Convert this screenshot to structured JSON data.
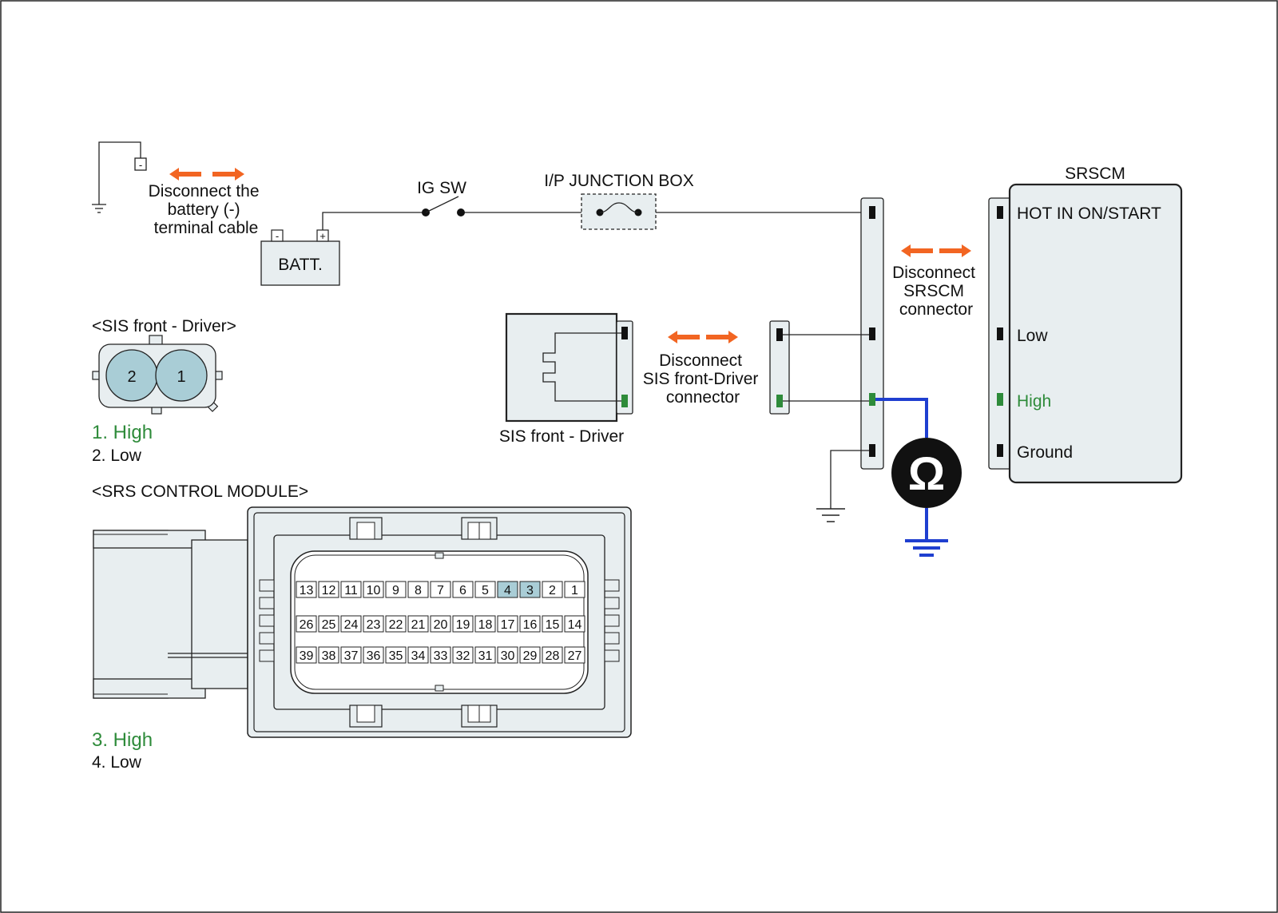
{
  "colors": {
    "box_fill": "#e8eef0",
    "pin_fill": "#a9cdd6",
    "high_green": "#2e8b3a",
    "arrow_orange": "#f26522",
    "meter_wire": "#1f3fd0",
    "line": "#222222"
  },
  "battery": {
    "label": "BATT.",
    "minus": "-",
    "plus": "+",
    "ground_minus": "-",
    "instruction": [
      "Disconnect the",
      "battery (-)",
      "terminal cable"
    ]
  },
  "ig_sw": {
    "label": "IG SW"
  },
  "junction_box": {
    "label": "I/P JUNCTION BOX"
  },
  "srscm": {
    "title": "SRSCM",
    "pins": [
      {
        "label": "HOT IN ON/START",
        "is_high": false
      },
      {
        "label": "Low",
        "is_high": false
      },
      {
        "label": "High",
        "is_high": true
      },
      {
        "label": "Ground",
        "is_high": false
      }
    ],
    "instruction": [
      "Disconnect",
      "SRSCM",
      "connector"
    ]
  },
  "sis_front_driver": {
    "label": "SIS front - Driver",
    "instruction": [
      "Disconnect",
      "SIS front-Driver",
      "connector"
    ]
  },
  "meter": {
    "symbol": "Ω",
    "icon": "ohmmeter-icon"
  },
  "sis_connector": {
    "title": "<SIS front - Driver>",
    "pins": [
      "2",
      "1"
    ],
    "legend": [
      {
        "text": "1. High",
        "is_high": true
      },
      {
        "text": "2. Low",
        "is_high": false
      }
    ]
  },
  "srs_module": {
    "title": "<SRS CONTROL MODULE>",
    "rows": [
      [
        "13",
        "12",
        "11",
        "10",
        "9",
        "8",
        "7",
        "6",
        "5",
        "4",
        "3",
        "2",
        "1"
      ],
      [
        "26",
        "25",
        "24",
        "23",
        "22",
        "21",
        "20",
        "19",
        "18",
        "17",
        "16",
        "15",
        "14"
      ],
      [
        "39",
        "38",
        "37",
        "36",
        "35",
        "34",
        "33",
        "32",
        "31",
        "30",
        "29",
        "28",
        "27"
      ]
    ],
    "highlighted_pins": [
      "3",
      "4"
    ],
    "legend": [
      {
        "text": "3. High",
        "is_high": true
      },
      {
        "text": "4. Low",
        "is_high": false
      }
    ]
  }
}
